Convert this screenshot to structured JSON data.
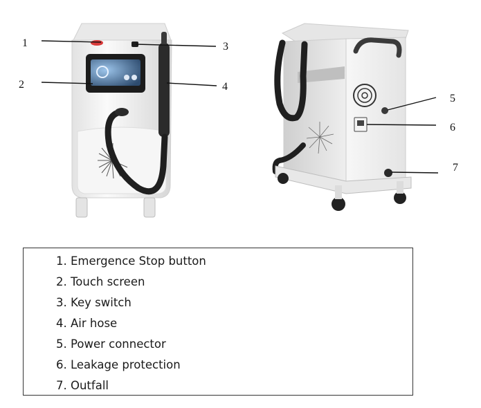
{
  "callouts": [
    {
      "num": "1"
    },
    {
      "num": "2"
    },
    {
      "num": "3"
    },
    {
      "num": "4"
    },
    {
      "num": "5"
    },
    {
      "num": "6"
    },
    {
      "num": "7"
    }
  ],
  "legend": {
    "items": [
      {
        "label": "1. Emergence Stop button"
      },
      {
        "label": "2. Touch screen"
      },
      {
        "label": "3. Key switch"
      },
      {
        "label": "4. Air hose"
      },
      {
        "label": "5. Power connector"
      },
      {
        "label": "6. Leakage protection"
      },
      {
        "label": "7. Outfall"
      }
    ]
  },
  "colors": {
    "machine_body": "#f3f3f3",
    "machine_shadow": "#d9d9d9",
    "screen_frame": "#1c1c1c",
    "screen_display": "#7aa9d6",
    "hose": "#1f1f1f",
    "emergency_button": "#d93a3a",
    "wheel": "#222222"
  }
}
